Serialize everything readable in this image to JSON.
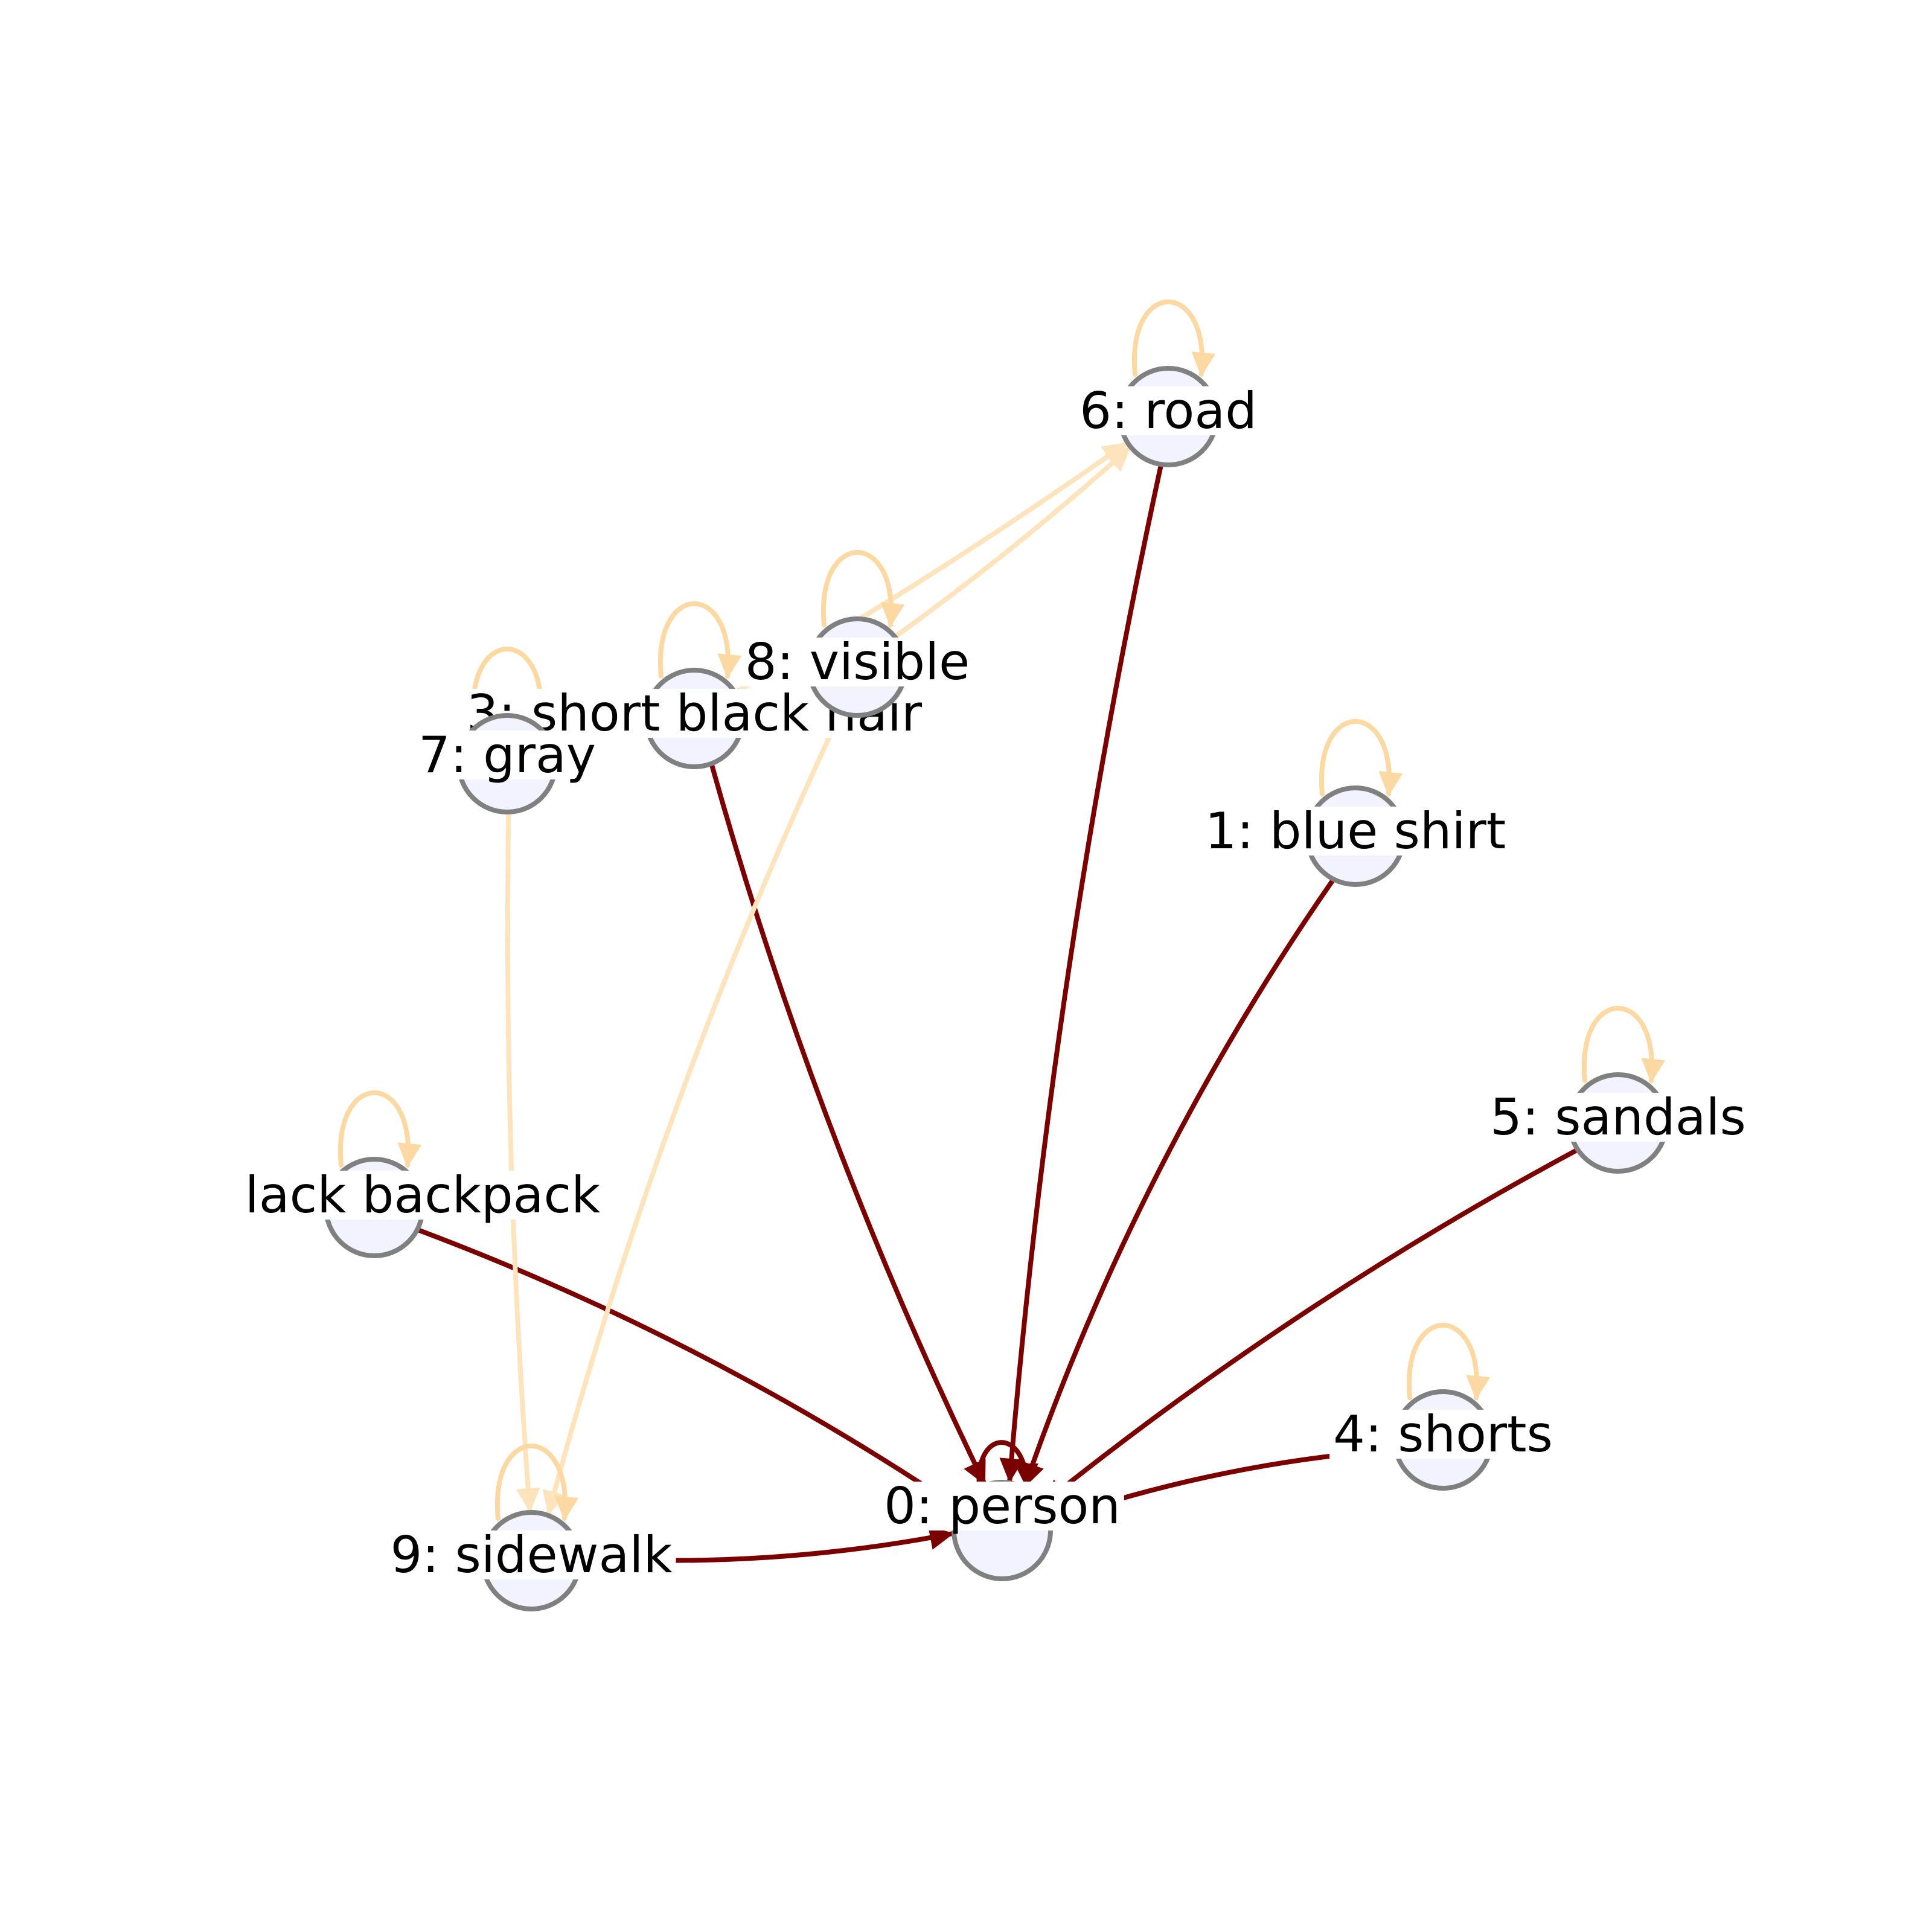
{
  "graph": {
    "colors": {
      "strong_edge": "#7a0000",
      "weak_edge": "#fde4bd",
      "self_loop": "#fcd9a3",
      "node_fill": "#f3f3ff",
      "node_stroke": "#808080"
    },
    "nodes": [
      {
        "id": 0,
        "label": "0: person"
      },
      {
        "id": 1,
        "label": "1: blue shirt"
      },
      {
        "id": 2,
        "label": "lack backpack"
      },
      {
        "id": 3,
        "label": "3: short black hair"
      },
      {
        "id": 4,
        "label": "4: shorts"
      },
      {
        "id": 5,
        "label": "5: sandals"
      },
      {
        "id": 6,
        "label": "6: road"
      },
      {
        "id": 7,
        "label": "7: gray"
      },
      {
        "id": 8,
        "label": "8: visible"
      },
      {
        "id": 9,
        "label": "9: sidewalk"
      }
    ],
    "edges": [
      {
        "from": 1,
        "to": 0,
        "weight": "strong"
      },
      {
        "from": 2,
        "to": 0,
        "weight": "strong"
      },
      {
        "from": 3,
        "to": 0,
        "weight": "strong"
      },
      {
        "from": 4,
        "to": 0,
        "weight": "strong"
      },
      {
        "from": 5,
        "to": 0,
        "weight": "strong"
      },
      {
        "from": 6,
        "to": 0,
        "weight": "strong"
      },
      {
        "from": 9,
        "to": 0,
        "weight": "strong"
      },
      {
        "from": 0,
        "to": 0,
        "weight": "strong"
      },
      {
        "from": 3,
        "to": 6,
        "weight": "weak"
      },
      {
        "from": 8,
        "to": 6,
        "weight": "weak"
      },
      {
        "from": 8,
        "to": 9,
        "weight": "weak"
      },
      {
        "from": 7,
        "to": 9,
        "weight": "weak"
      },
      {
        "from": 1,
        "to": 1,
        "weight": "weak"
      },
      {
        "from": 2,
        "to": 2,
        "weight": "weak"
      },
      {
        "from": 3,
        "to": 3,
        "weight": "weak"
      },
      {
        "from": 4,
        "to": 4,
        "weight": "weak"
      },
      {
        "from": 5,
        "to": 5,
        "weight": "weak"
      },
      {
        "from": 6,
        "to": 6,
        "weight": "weak"
      },
      {
        "from": 7,
        "to": 7,
        "weight": "weak"
      },
      {
        "from": 8,
        "to": 8,
        "weight": "weak"
      },
      {
        "from": 9,
        "to": 9,
        "weight": "weak"
      }
    ]
  }
}
